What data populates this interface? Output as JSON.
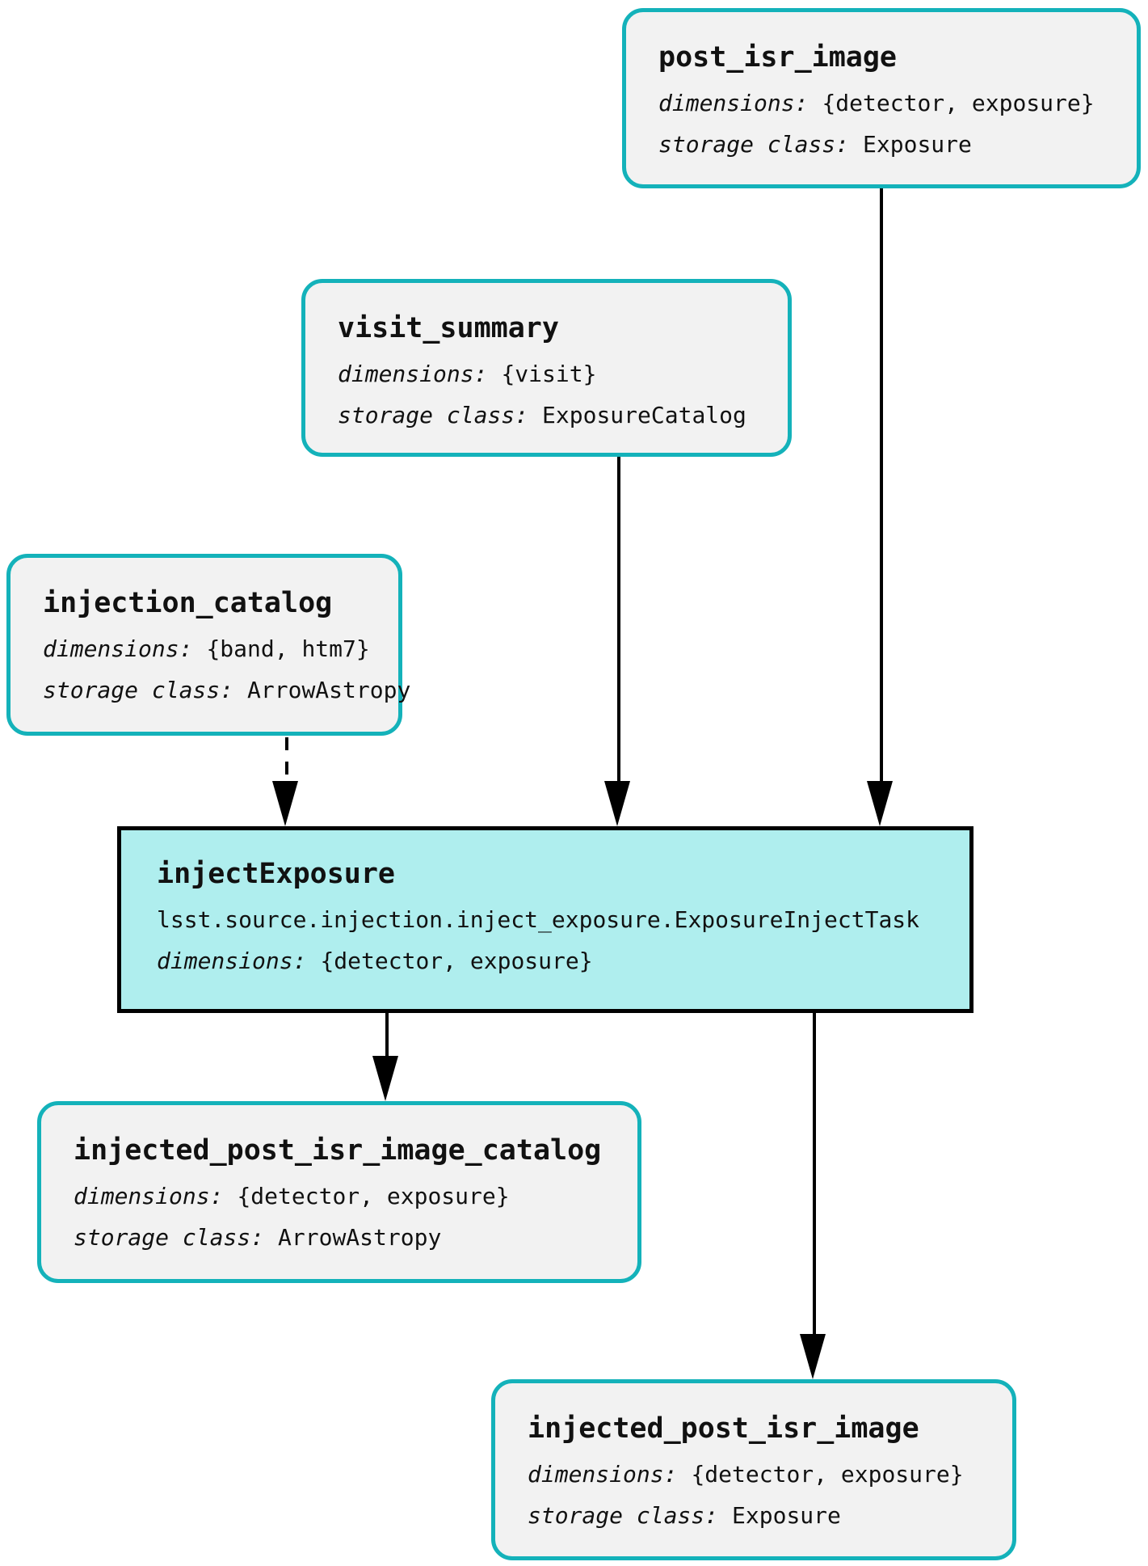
{
  "diagram": {
    "type": "pipeline-graph",
    "colors": {
      "dataset_border": "#14b2ba",
      "dataset_fill": "#f2f2f2",
      "task_border": "#000000",
      "task_fill": "#afeeee",
      "edge": "#000000",
      "text": "#111111",
      "background": "#ffffff"
    },
    "labels": {
      "dimensions": "dimensions:",
      "storage_class": "storage class:"
    },
    "nodes": [
      {
        "id": "post_isr_image",
        "kind": "dataset",
        "title": "post_isr_image",
        "dimensions": "{detector, exposure}",
        "storage_class": "Exposure"
      },
      {
        "id": "visit_summary",
        "kind": "dataset",
        "title": "visit_summary",
        "dimensions": "{visit}",
        "storage_class": "ExposureCatalog"
      },
      {
        "id": "injection_catalog",
        "kind": "dataset",
        "title": "injection_catalog",
        "dimensions": "{band, htm7}",
        "storage_class": "ArrowAstropy"
      },
      {
        "id": "injectExposure",
        "kind": "task",
        "title": "injectExposure",
        "task_class": "lsst.source.injection.inject_exposure.ExposureInjectTask",
        "dimensions": "{detector, exposure}"
      },
      {
        "id": "injected_post_isr_image_catalog",
        "kind": "dataset",
        "title": "injected_post_isr_image_catalog",
        "dimensions": "{detector, exposure}",
        "storage_class": "ArrowAstropy"
      },
      {
        "id": "injected_post_isr_image",
        "kind": "dataset",
        "title": "injected_post_isr_image",
        "dimensions": "{detector, exposure}",
        "storage_class": "Exposure"
      }
    ],
    "edges": [
      {
        "from": "post_isr_image",
        "to": "injectExposure",
        "style": "solid"
      },
      {
        "from": "visit_summary",
        "to": "injectExposure",
        "style": "solid"
      },
      {
        "from": "injection_catalog",
        "to": "injectExposure",
        "style": "dashed"
      },
      {
        "from": "injectExposure",
        "to": "injected_post_isr_image_catalog",
        "style": "solid"
      },
      {
        "from": "injectExposure",
        "to": "injected_post_isr_image",
        "style": "solid"
      }
    ]
  }
}
